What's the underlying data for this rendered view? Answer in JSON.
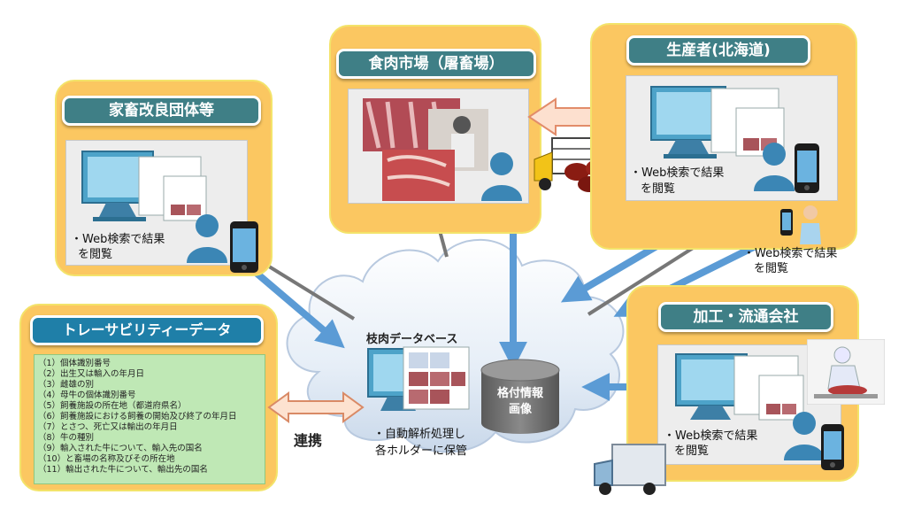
{
  "colors": {
    "panel": "#fbc761",
    "panel_border": "#f3e36a",
    "title_tab": "#3f7f86",
    "arrow_blue": "#5b9bd5",
    "data_box": "#bfe8b5",
    "cylinder": "#6b6b6b"
  },
  "panels": {
    "breeding": {
      "title": "家畜改良団体等",
      "note_line1": "・Web検索で結果",
      "note_line2": "を閲覧"
    },
    "market": {
      "title": "食肉市場（屠畜場）"
    },
    "producer": {
      "title": "生産者(北海道)",
      "note_line1": "・Web検索で結果",
      "note_line2": "を閲覧"
    },
    "mobile_user": {
      "note_line1": "・Web検索で結果",
      "note_line2": "を閲覧"
    },
    "processing": {
      "title": "加工・流通会社",
      "note_line1": "・Web検索で結果",
      "note_line2": "を閲覧"
    },
    "traceability": {
      "title": "トレーサビリティーデータ",
      "items": [
        "（1）個体識別番号",
        "（2）出生又は輸入の年月日",
        "（3）雌雄の別",
        "（4）母牛の個体識別番号",
        "（5）飼養施設の所在地（都道府県名）",
        "（6）飼養施設における飼養の開始及び終了の年月日",
        "（7）とさつ、死亡又は輸出の年月日",
        "（8）牛の種別",
        "（9）輸入された牛について、輸入先の国名",
        "（10）と畜場の名称及びその所在地",
        "（11）輸出された牛について、輸出先の国名"
      ]
    }
  },
  "cloud": {
    "db_label": "枝肉データベース",
    "note_line1": "・自動解析処理し",
    "note_line2": "各ホルダーに保管",
    "cylinder_line1": "格付情報",
    "cylinder_line2": "画像"
  },
  "link_label": "連携",
  "icons": [
    "monitor-icon",
    "smartphone-icon",
    "user-silhouette-icon",
    "truck-icon",
    "cattle-icon",
    "meat-photo",
    "butcher-icon",
    "database-cylinder-icon",
    "cloud-shape",
    "double-arrow-icon"
  ]
}
